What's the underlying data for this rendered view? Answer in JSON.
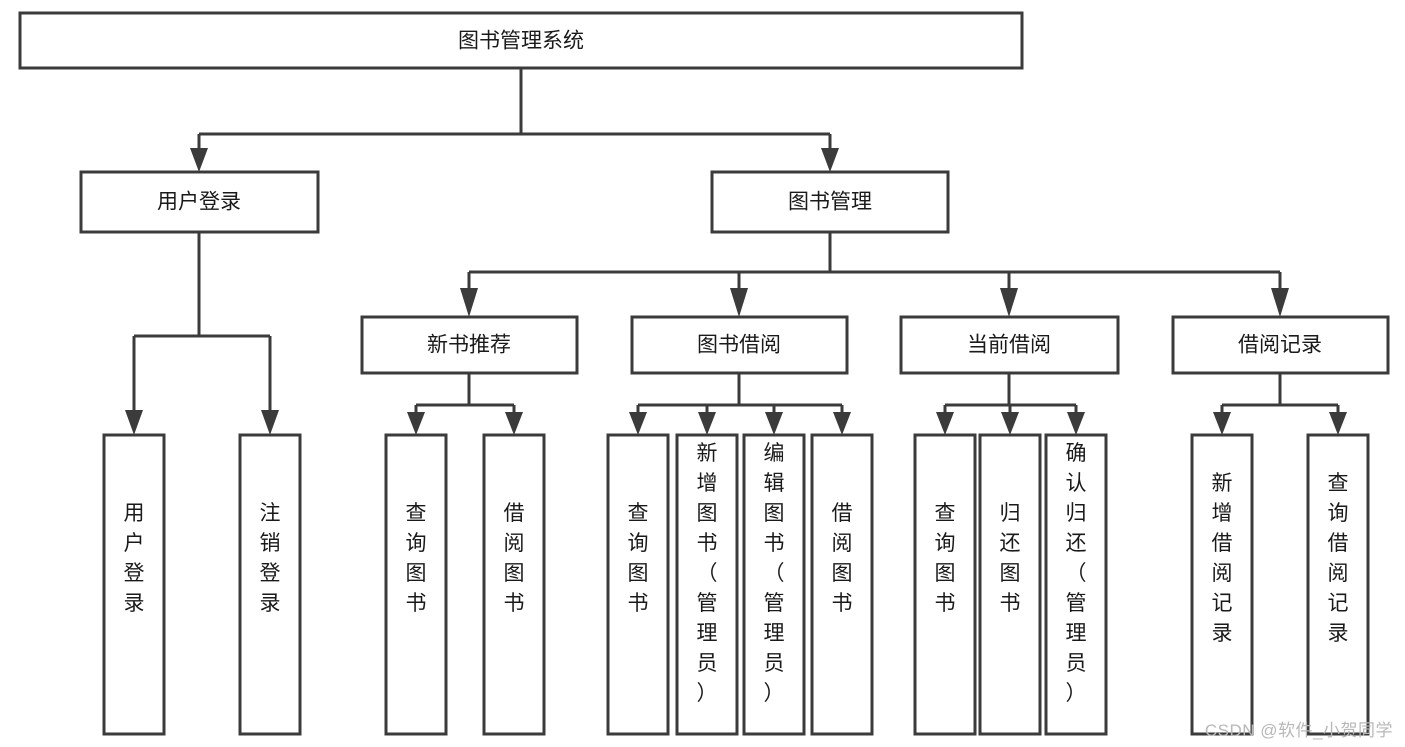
{
  "diagram": {
    "title": "图书管理系统",
    "type": "tree-hierarchy-chart",
    "watermark": "CSDN @软件_小贺同学",
    "colors": {
      "stroke": "#3b3b3b",
      "fill": "#ffffff",
      "text": "#1a1a1a",
      "watermark": "#b8b8b8"
    },
    "root": {
      "label": "图书管理系统"
    },
    "level2": [
      {
        "label": "用户登录"
      },
      {
        "label": "图书管理"
      }
    ],
    "level3": [
      {
        "label": "新书推荐"
      },
      {
        "label": "图书借阅"
      },
      {
        "label": "当前借阅"
      },
      {
        "label": "借阅记录"
      }
    ],
    "leaves_user_login": [
      {
        "label": "用户登录"
      },
      {
        "label": "注销登录"
      }
    ],
    "leaves_new_book": [
      {
        "label": "查询图书"
      },
      {
        "label": "借阅图书"
      }
    ],
    "leaves_borrow": [
      {
        "label": "查询图书"
      },
      {
        "label": "新增图书（管理员）"
      },
      {
        "label": "编辑图书（管理员）"
      },
      {
        "label": "借阅图书"
      }
    ],
    "leaves_current": [
      {
        "label": "查询图书"
      },
      {
        "label": "归还图书"
      },
      {
        "label": "确认归还（管理员）"
      }
    ],
    "leaves_records": [
      {
        "label": "新增借阅记录"
      },
      {
        "label": "查询借阅记录"
      }
    ]
  }
}
